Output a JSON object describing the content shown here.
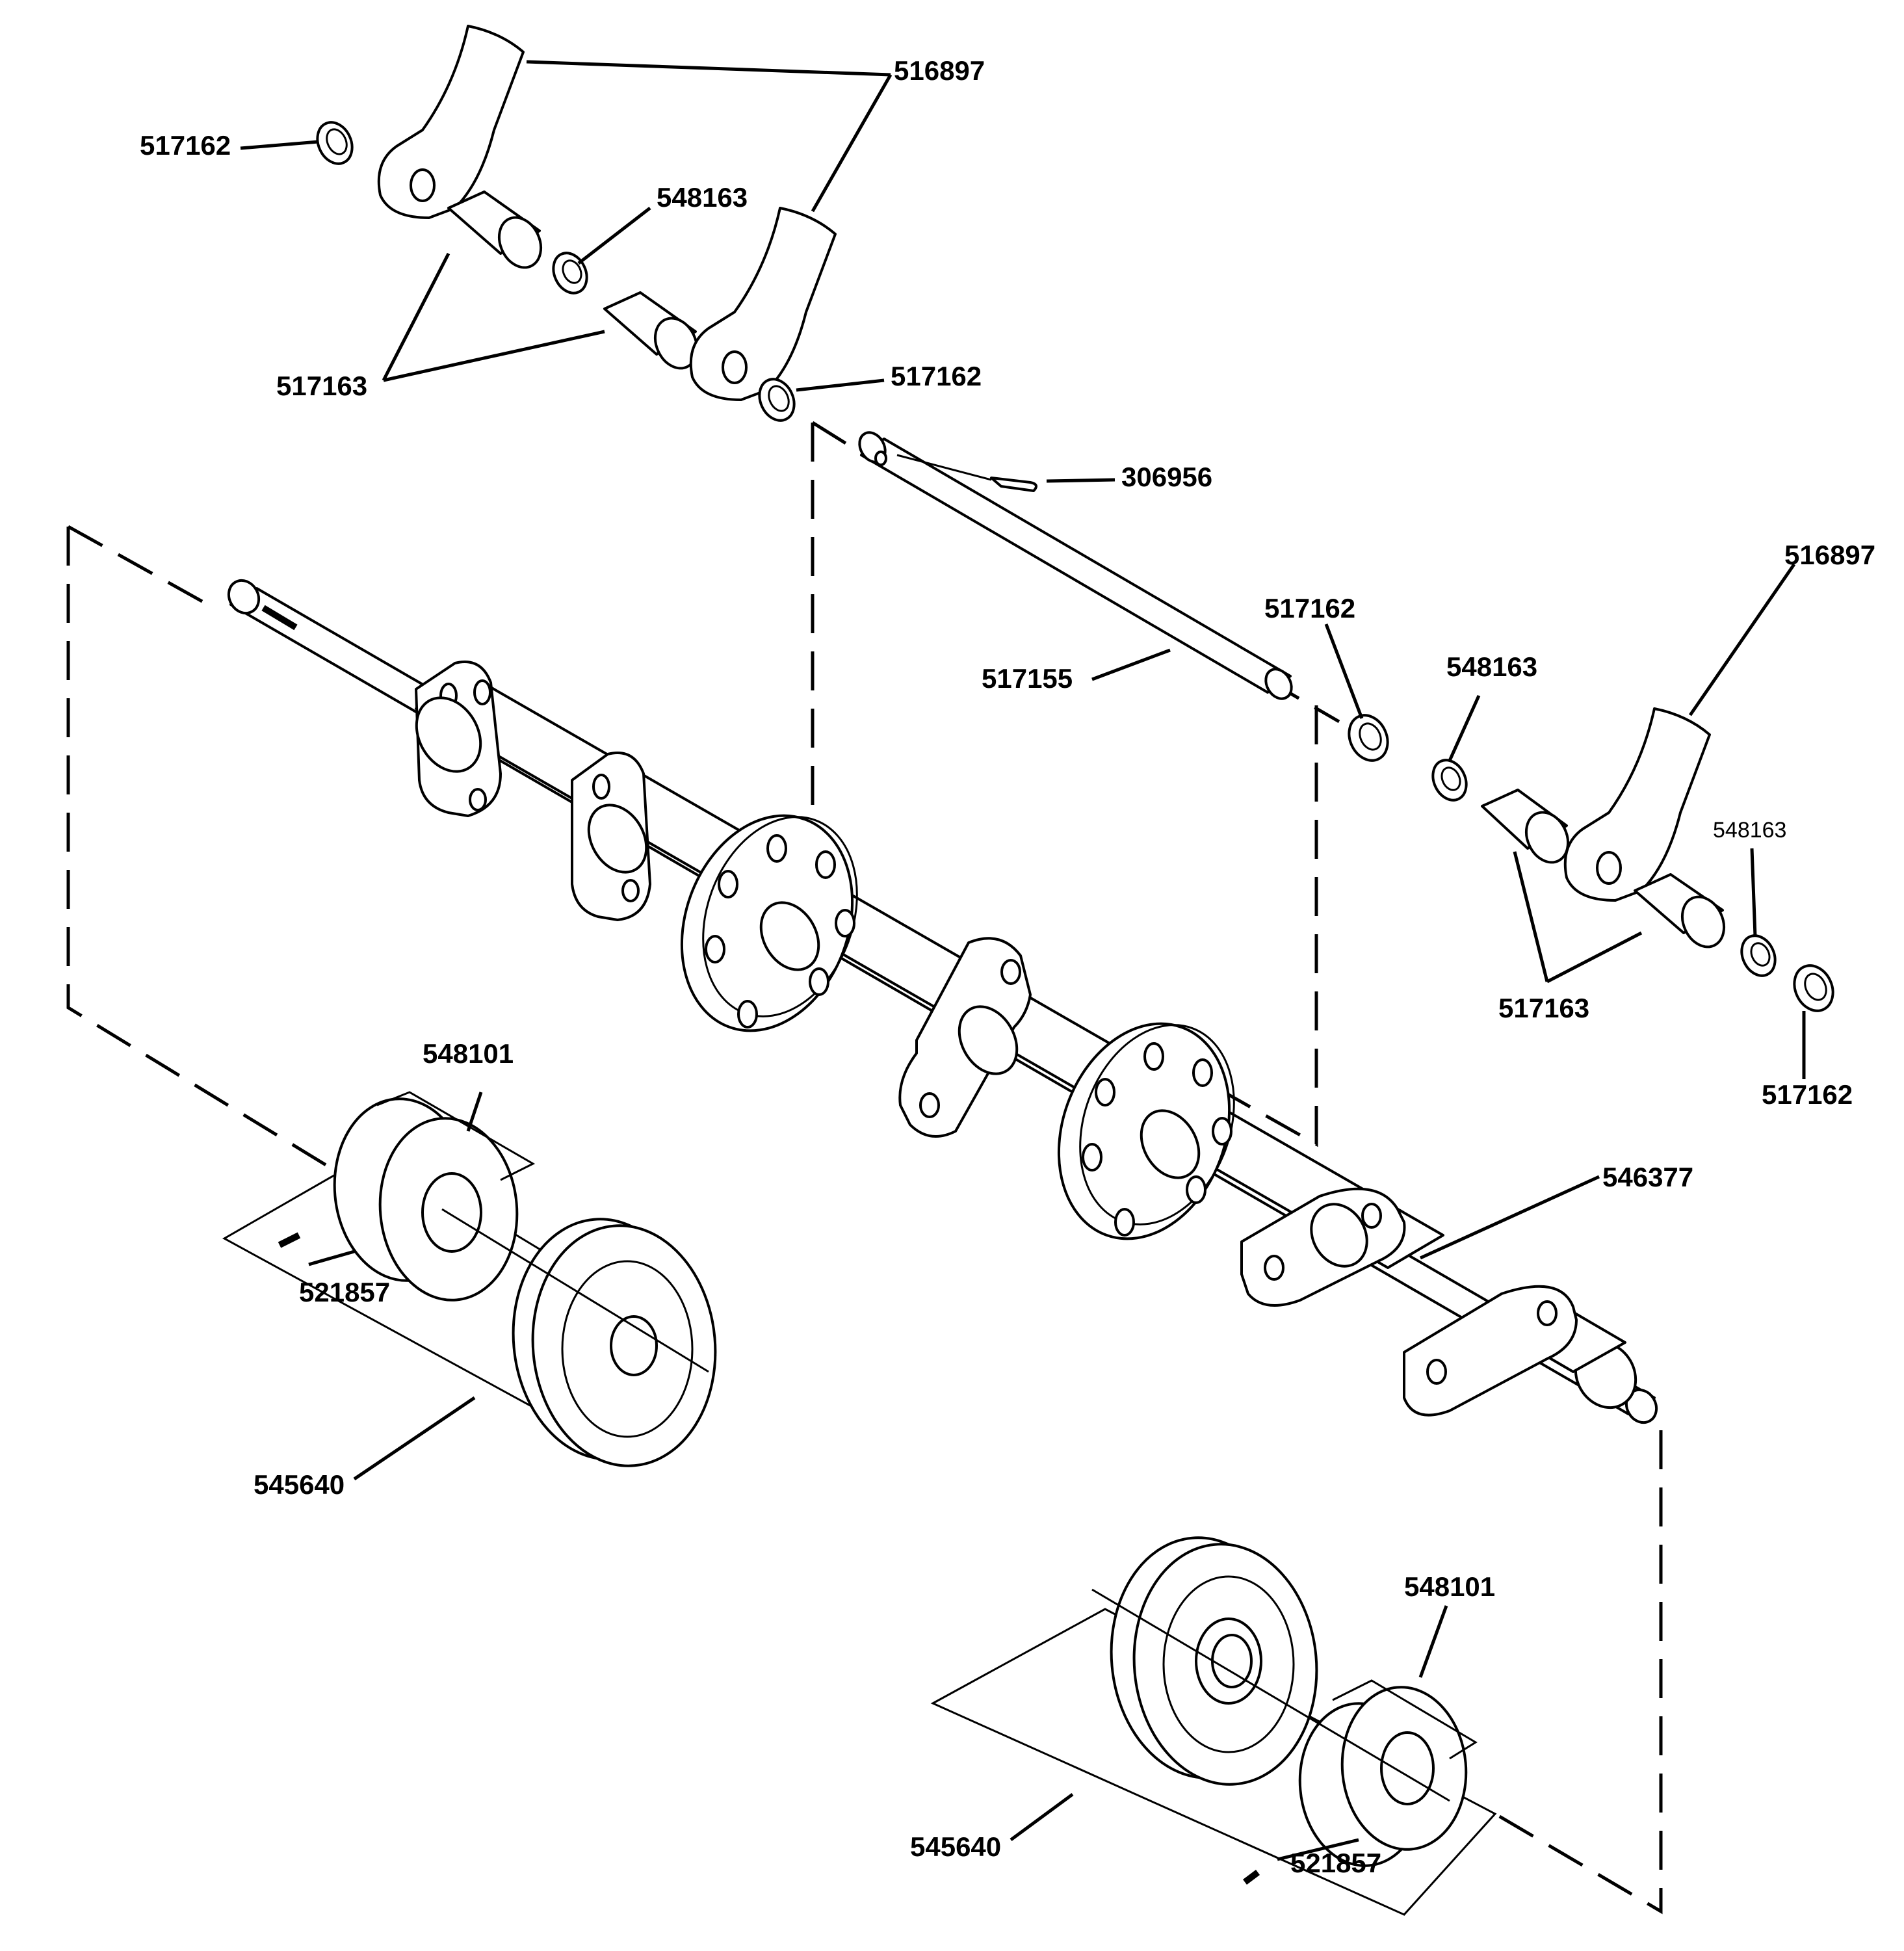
{
  "labels": {
    "p516897_a": "516897",
    "p517162_a": "517162",
    "p548163_a": "548163",
    "p517163_a": "517163",
    "p517162_b": "517162",
    "p306956": "306956",
    "p516897_b": "516897",
    "p517162_c": "517162",
    "p517155": "517155",
    "p548163_b": "548163",
    "p548163_c": "548163",
    "p517163_b": "517163",
    "p517162_d": "517162",
    "p548101_a": "548101",
    "p521857_a": "521857",
    "p546377": "546377",
    "p545640_a": "545640",
    "p548101_b": "548101",
    "p545640_b": "545640",
    "p521857_b": "521857"
  }
}
